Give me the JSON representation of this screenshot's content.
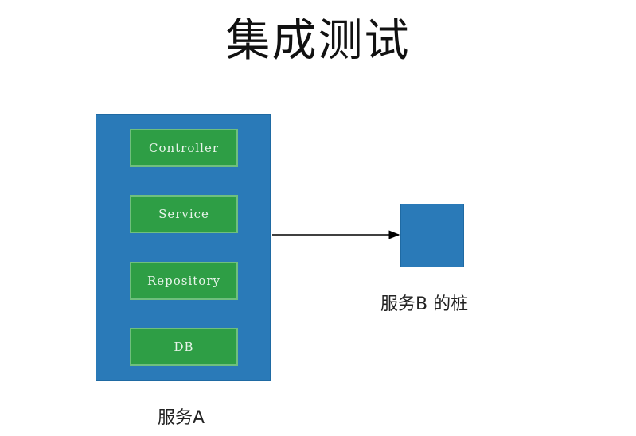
{
  "title": "集成测试",
  "service_a": {
    "label": "服务A",
    "layers": [
      "Controller",
      "Service",
      "Repository",
      "DB"
    ]
  },
  "stub_b": {
    "label": "服务B 的桩"
  },
  "colors": {
    "service_box": "#2a7ab8",
    "layer_box": "#2e9e45",
    "layer_border": "#6fbf7d",
    "arrow": "#000000"
  }
}
